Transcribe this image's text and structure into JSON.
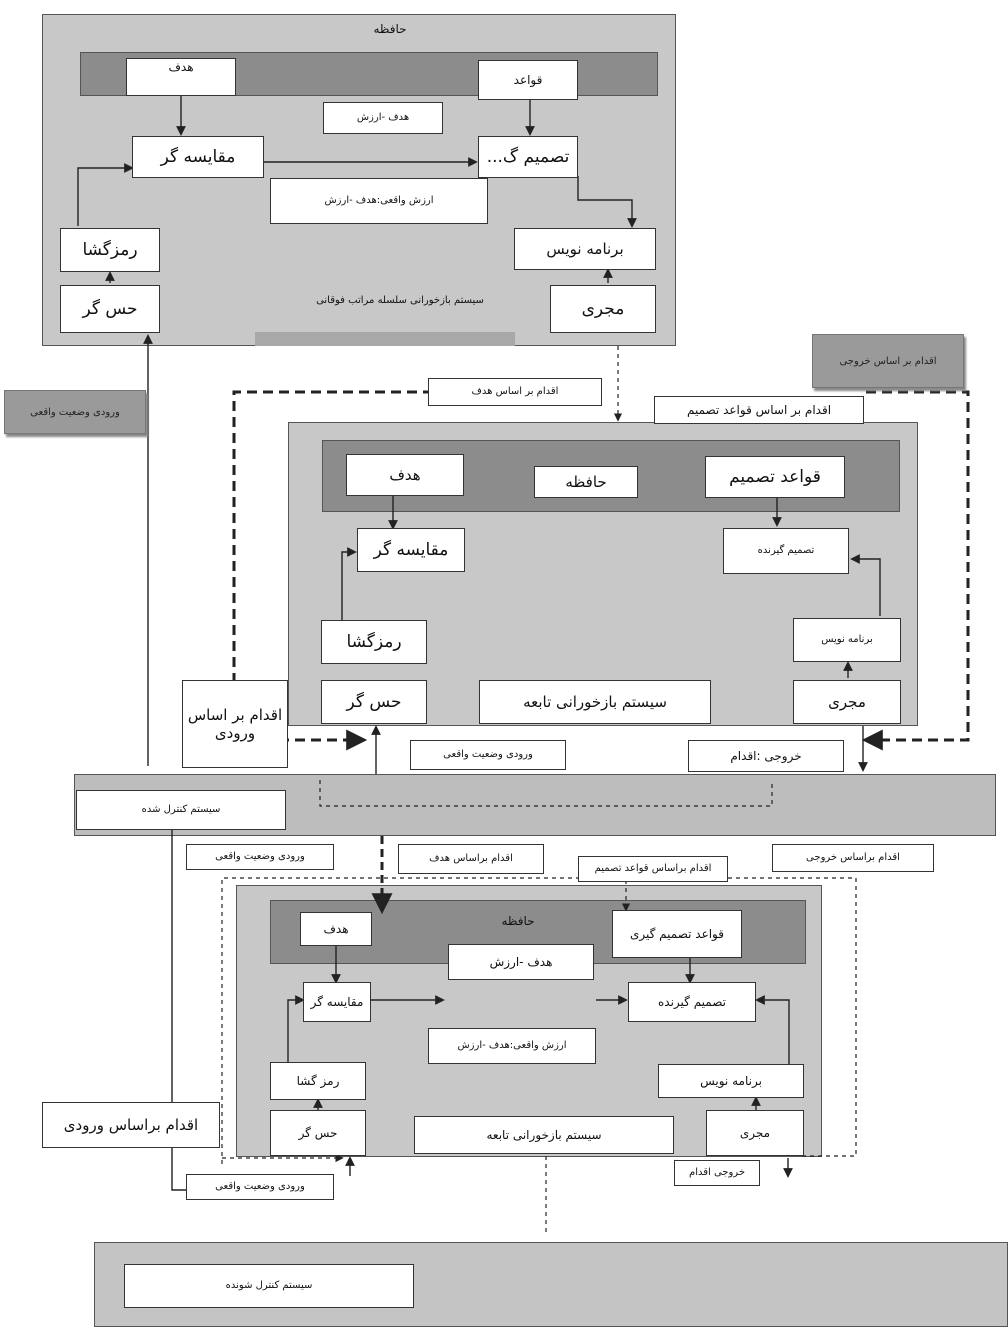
{
  "top": {
    "title": "حافظه",
    "goal": "هدف",
    "rules": "قواعد",
    "goal_value": "هدف -ارزش",
    "comparator": "مقایسه گر",
    "decision": "تصمیم گ...",
    "actual_value": "ارزش واقعی:هدف -ارزش",
    "decoder": "رمزگشا",
    "programmer": "برنامه نویس",
    "sensor": "حس گر",
    "executor": "مجری",
    "system_label": "سیستم بازخورانی سلسله مراتب فوقانی"
  },
  "side": {
    "real_input": "ورودی وضعیت واقعی",
    "output_action": "اقدام بر اساس خروجی"
  },
  "middle": {
    "goal_action": "اقدام بر اساس هدف",
    "rules_action": "اقدام بر اساس قواعد تصمیم",
    "goal": "هدف",
    "memory": "حافظه",
    "decision_rules": "قواعد تصمیم",
    "comparator": "مقایسه گر",
    "decision_maker": "تصمیم گیرنده",
    "decoder": "رمزگشا",
    "programmer": "برنامه نویس",
    "input_action": "اقدام بر اساس ورودی",
    "sensor": "حس گر",
    "subsystem": "سیستم بازخورانی تابعه",
    "executor": "مجری",
    "real_input": "ورودی وضعیت واقعی",
    "output_action": "خروجی :اقدام"
  },
  "controlled": {
    "label": "سیستم کنترل شده"
  },
  "bottom": {
    "real_input_top": "ورودی وضعیت واقعی",
    "goal_action": "اقدام براساس هدف",
    "rules_action": "اقدام براساس قواعد تصمیم",
    "output_action": "اقدام براساس خروجی",
    "goal": "هدف",
    "memory": "حافظه",
    "decision_rules": "قواعد تصمیم گیری",
    "goal_value": "هدف -ارزش",
    "comparator": "مقایسه گر",
    "decision_maker": "تصمیم گیرنده",
    "actual_value": "ارزش واقعی:هدف -ارزش",
    "decoder": "رمز گشا",
    "programmer": "برنامه نویس",
    "input_action": "اقدام براساس ورودی",
    "sensor": "حس گر",
    "subsystem": "سیستم بازخورانی تابعه",
    "executor": "مجری",
    "output_action_small": "خروجی اقدام",
    "real_input_bottom": "ورودی وضعیت واقعی"
  },
  "controllable": {
    "label": "سیستم کنترل شونده"
  }
}
